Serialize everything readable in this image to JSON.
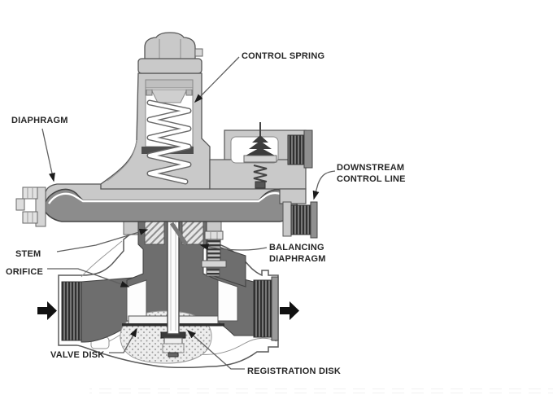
{
  "diagram": {
    "type": "pressure-regulator-cross-section",
    "labels": {
      "diaphragm": "DIAPHRAGM",
      "control_spring": "CONTROL SPRING",
      "downstream_line1": "DOWNSTREAM",
      "downstream_line2": "CONTROL LINE",
      "stem": "STEM",
      "orifice": "ORIFICE",
      "balancing_line1": "BALANCING",
      "balancing_line2": "DIAPHRAGM",
      "valve_disk": "VALVE DISK",
      "registration_disk": "REGISTRATION DISK"
    },
    "flow": {
      "inlet_direction": "right",
      "outlet_direction": "right"
    },
    "colors": {
      "dark_gray_passages": "#6e6e6e",
      "light_gray_castings": "#c9c9c9",
      "outline": "#555555",
      "label_text": "#262626",
      "flow_arrows": "#111111",
      "background": "#ffffff"
    },
    "artifacts": {
      "bottom_cropped_text": "illegible faint strip"
    }
  }
}
